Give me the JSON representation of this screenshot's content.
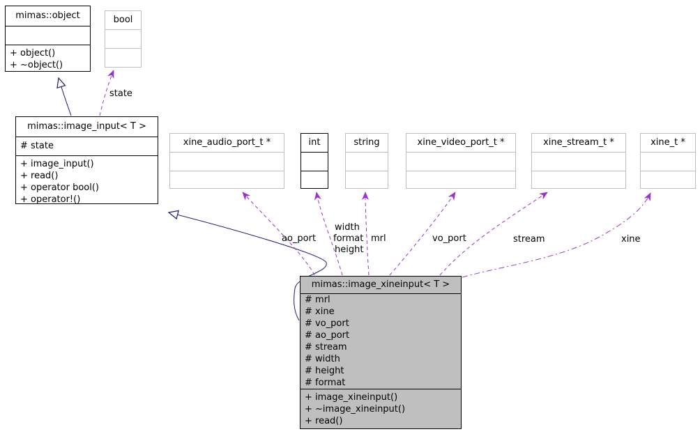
{
  "diagram": {
    "kind": "uml-collaboration-graph",
    "colors": {
      "usage_edge": "#9a32cd",
      "inheritance_edge": "#191970",
      "gray_border": "#bebebe",
      "black_border": "#000000",
      "focus_node_fill": "#bfbfbf",
      "node_fill": "#ffffff"
    },
    "nodes": {
      "object": {
        "title": "mimas::object",
        "methods": [
          "+ object()",
          "+ ~object()"
        ]
      },
      "bool": {
        "title": "bool"
      },
      "image_input": {
        "title": "mimas::image_input< T >",
        "attributes": [
          "# state"
        ],
        "methods": [
          "+ image_input()",
          "+ read()",
          "+ operator bool()",
          "+ operator!()"
        ]
      },
      "xine_audio_port": {
        "title": "xine_audio_port_t *"
      },
      "int_type": {
        "title": "int"
      },
      "string_type": {
        "title": "string"
      },
      "xine_video_port": {
        "title": "xine_video_port_t *"
      },
      "xine_stream": {
        "title": "xine_stream_t *"
      },
      "xine_t": {
        "title": "xine_t *"
      },
      "image_xineinput": {
        "title": "mimas::image_xineinput< T >",
        "attributes": [
          "# mrl",
          "# xine",
          "# vo_port",
          "# ao_port",
          "# stream",
          "# width",
          "# height",
          "# format"
        ],
        "methods": [
          "+ image_xineinput()",
          "+ ~image_xineinput()",
          "+ read()"
        ]
      }
    },
    "edge_labels": {
      "state": "state",
      "ao_port": "ao_port",
      "width": "width",
      "format": "format",
      "height": "height",
      "mrl": "mrl",
      "vo_port": "vo_port",
      "stream": "stream",
      "xine": "xine"
    }
  }
}
